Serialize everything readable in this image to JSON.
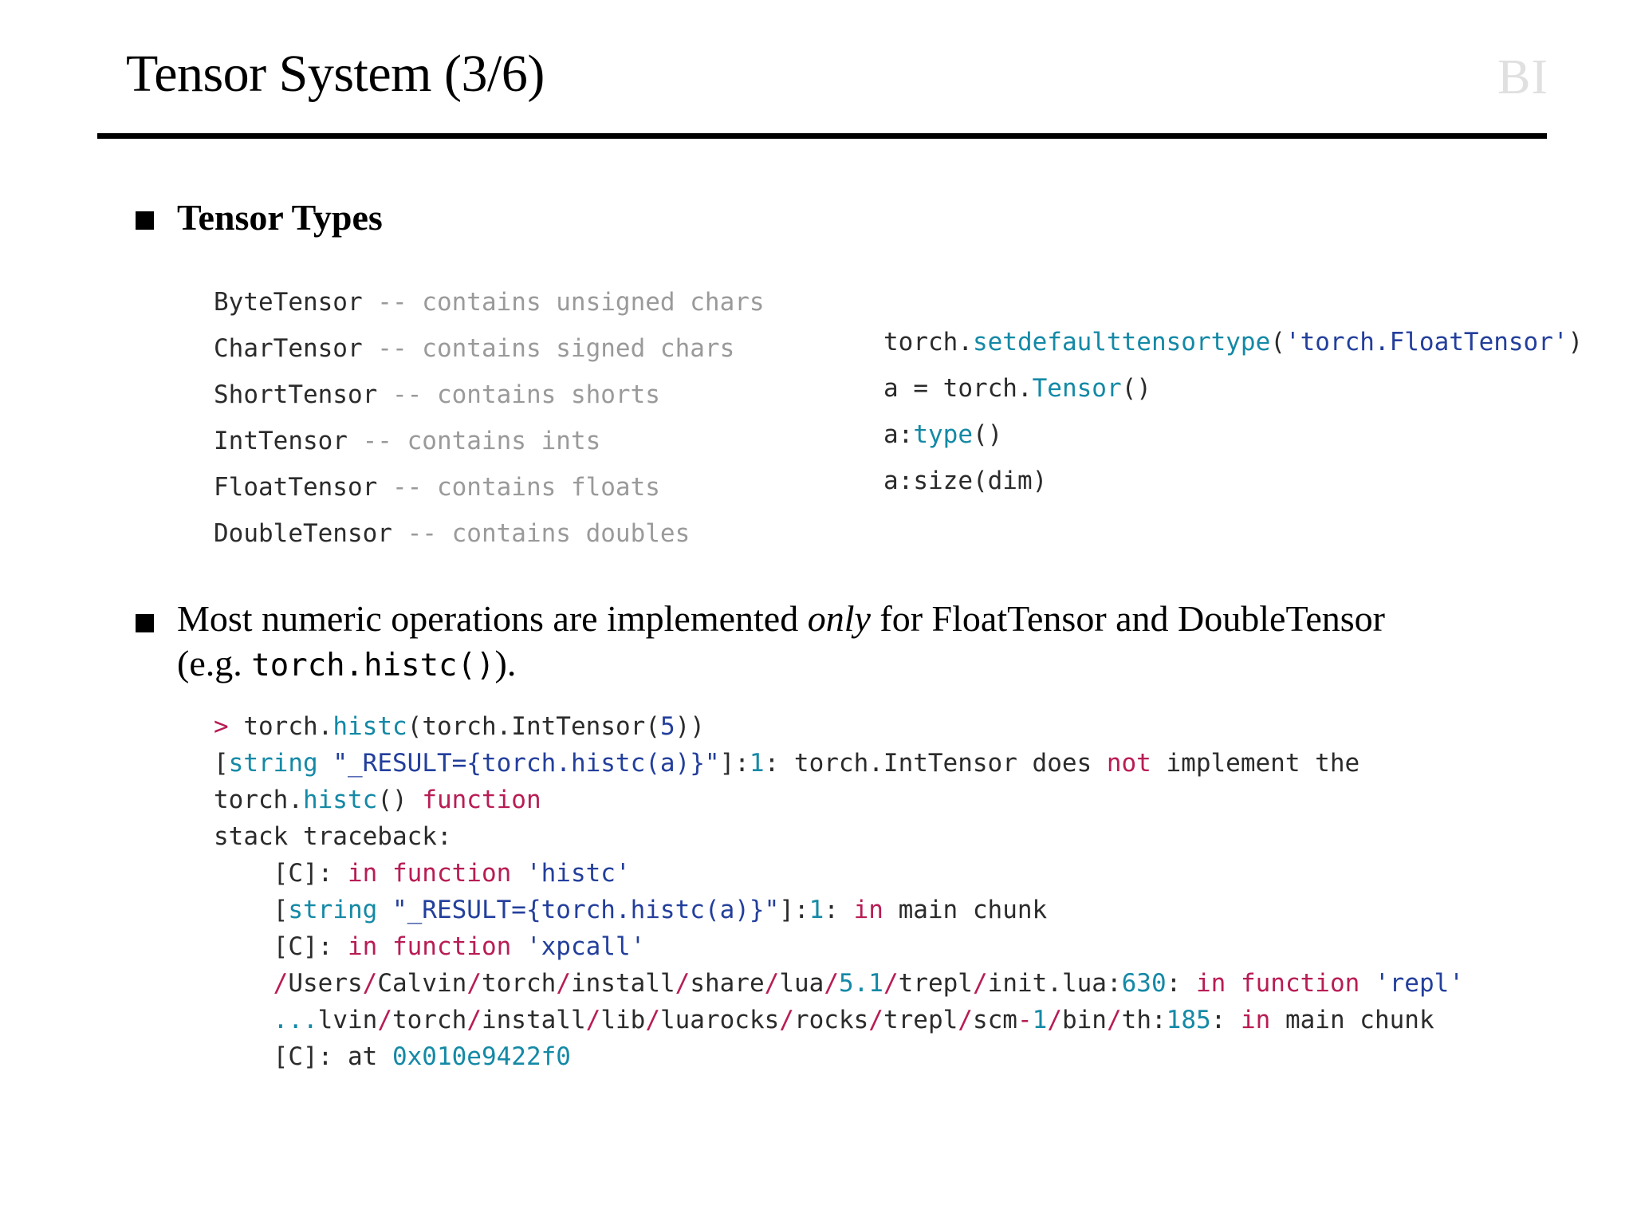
{
  "slide": {
    "title": "Tensor System (3/6)",
    "brand": "BI",
    "page_indicator": "3/6"
  },
  "bullets": [
    {
      "label": "Tensor Types"
    },
    {
      "label": "Most numeric operations are implemented only for FloatTensor and DoubleTensor (e.g. torch.histc())."
    }
  ],
  "bullet2": {
    "part1": "Most numeric operations are implemented ",
    "emphasis": "only",
    "part2": " for FloatTensor and DoubleTensor (e.g. ",
    "mono": "torch.histc()",
    "part3": ")."
  },
  "tensor_types": [
    {
      "name": "ByteTensor",
      "sep": " -- ",
      "comment": "contains unsigned chars"
    },
    {
      "name": "CharTensor",
      "sep": " -- ",
      "comment": "contains signed chars"
    },
    {
      "name": "ShortTensor",
      "sep": " -- ",
      "comment": "contains shorts"
    },
    {
      "name": "IntTensor",
      "sep": " -- ",
      "comment": "contains ints"
    },
    {
      "name": "FloatTensor",
      "sep": " -- ",
      "comment": "contains floats"
    },
    {
      "name": "DoubleTensor",
      "sep": " -- ",
      "comment": "contains doubles"
    }
  ],
  "api_examples": {
    "line1": {
      "a": "torch.",
      "fn": "setdefaulttensortype",
      "b": "(",
      "str": "'torch.FloatTensor'",
      "c": ")"
    },
    "line2": {
      "a": "a = torch.",
      "fn": "Tensor",
      "b": "()"
    },
    "line3": {
      "a": "a:",
      "fn": "type",
      "b": "()"
    },
    "line4": {
      "a": "a:size(dim)"
    }
  },
  "traceback": {
    "prompt": ">",
    "cmd_a": " torch.",
    "cmd_fn": "histc",
    "cmd_b": "(torch.IntTensor(",
    "cmd_num": "5",
    "cmd_c": "))",
    "err_open": "[",
    "err_string_kw": "string",
    "err_space": " ",
    "err_literal": "\"_RESULT={torch.histc(a)}\"",
    "err_close": "]:",
    "err_line_no": "1",
    "err_msg_a": ": torch.IntTensor does ",
    "err_not": "not",
    "err_msg_b": " implement the",
    "err2_a": "torch.",
    "err2_fn": "histc",
    "err2_b": "() ",
    "err2_kw": "function",
    "stack_header": "stack traceback:",
    "frames": [
      {
        "indent": "    ",
        "segments": [
          {
            "t": "[C]: ",
            "c": "plain"
          },
          {
            "t": "in function",
            "c": "crim"
          },
          {
            "t": " ",
            "c": "plain"
          },
          {
            "t": "'histc'",
            "c": "navy"
          }
        ]
      },
      {
        "indent": "    ",
        "segments": [
          {
            "t": "[",
            "c": "plain"
          },
          {
            "t": "string",
            "c": "teal"
          },
          {
            "t": " ",
            "c": "plain"
          },
          {
            "t": "\"_RESULT={torch.histc(a)}\"",
            "c": "navy"
          },
          {
            "t": "]:",
            "c": "plain"
          },
          {
            "t": "1",
            "c": "teal"
          },
          {
            "t": ": ",
            "c": "plain"
          },
          {
            "t": "in",
            "c": "crim"
          },
          {
            "t": " main chunk",
            "c": "plain"
          }
        ]
      },
      {
        "indent": "    ",
        "segments": [
          {
            "t": "[C]: ",
            "c": "plain"
          },
          {
            "t": "in function",
            "c": "crim"
          },
          {
            "t": " ",
            "c": "plain"
          },
          {
            "t": "'xpcall'",
            "c": "navy"
          }
        ]
      },
      {
        "indent": "    ",
        "segments": [
          {
            "t": "/",
            "c": "crim"
          },
          {
            "t": "Users",
            "c": "plain"
          },
          {
            "t": "/",
            "c": "crim"
          },
          {
            "t": "Calvin",
            "c": "plain"
          },
          {
            "t": "/",
            "c": "crim"
          },
          {
            "t": "torch",
            "c": "plain"
          },
          {
            "t": "/",
            "c": "crim"
          },
          {
            "t": "install",
            "c": "plain"
          },
          {
            "t": "/",
            "c": "crim"
          },
          {
            "t": "share",
            "c": "plain"
          },
          {
            "t": "/",
            "c": "crim"
          },
          {
            "t": "lua",
            "c": "plain"
          },
          {
            "t": "/",
            "c": "crim"
          },
          {
            "t": "5.1",
            "c": "teal"
          },
          {
            "t": "/",
            "c": "crim"
          },
          {
            "t": "trepl",
            "c": "plain"
          },
          {
            "t": "/",
            "c": "crim"
          },
          {
            "t": "init.lua:",
            "c": "plain"
          },
          {
            "t": "630",
            "c": "teal"
          },
          {
            "t": ": ",
            "c": "plain"
          },
          {
            "t": "in function",
            "c": "crim"
          },
          {
            "t": " ",
            "c": "plain"
          },
          {
            "t": "'repl'",
            "c": "navy"
          }
        ]
      },
      {
        "indent": "    ",
        "segments": [
          {
            "t": "...",
            "c": "teal"
          },
          {
            "t": "lvin",
            "c": "plain"
          },
          {
            "t": "/",
            "c": "crim"
          },
          {
            "t": "torch",
            "c": "plain"
          },
          {
            "t": "/",
            "c": "crim"
          },
          {
            "t": "install",
            "c": "plain"
          },
          {
            "t": "/",
            "c": "crim"
          },
          {
            "t": "lib",
            "c": "plain"
          },
          {
            "t": "/",
            "c": "crim"
          },
          {
            "t": "luarocks",
            "c": "plain"
          },
          {
            "t": "/",
            "c": "crim"
          },
          {
            "t": "rocks",
            "c": "plain"
          },
          {
            "t": "/",
            "c": "crim"
          },
          {
            "t": "trepl",
            "c": "plain"
          },
          {
            "t": "/",
            "c": "crim"
          },
          {
            "t": "scm",
            "c": "plain"
          },
          {
            "t": "-",
            "c": "crim"
          },
          {
            "t": "1",
            "c": "teal"
          },
          {
            "t": "/",
            "c": "crim"
          },
          {
            "t": "bin",
            "c": "plain"
          },
          {
            "t": "/",
            "c": "crim"
          },
          {
            "t": "th:",
            "c": "plain"
          },
          {
            "t": "185",
            "c": "teal"
          },
          {
            "t": ": ",
            "c": "plain"
          },
          {
            "t": "in",
            "c": "crim"
          },
          {
            "t": " main chunk",
            "c": "plain"
          }
        ]
      },
      {
        "indent": "    ",
        "segments": [
          {
            "t": "[C]: at ",
            "c": "plain"
          },
          {
            "t": "0x010e9422f0",
            "c": "teal"
          }
        ]
      }
    ]
  },
  "colors": {
    "teal": "#1489a6",
    "navy": "#233f9c",
    "crimson": "#b81d55",
    "plain": "#2b2b2b",
    "comment_gray": "#9a9a9a",
    "logo_gray": "#e0e0e0",
    "rule": "#000000",
    "background": "#ffffff"
  }
}
